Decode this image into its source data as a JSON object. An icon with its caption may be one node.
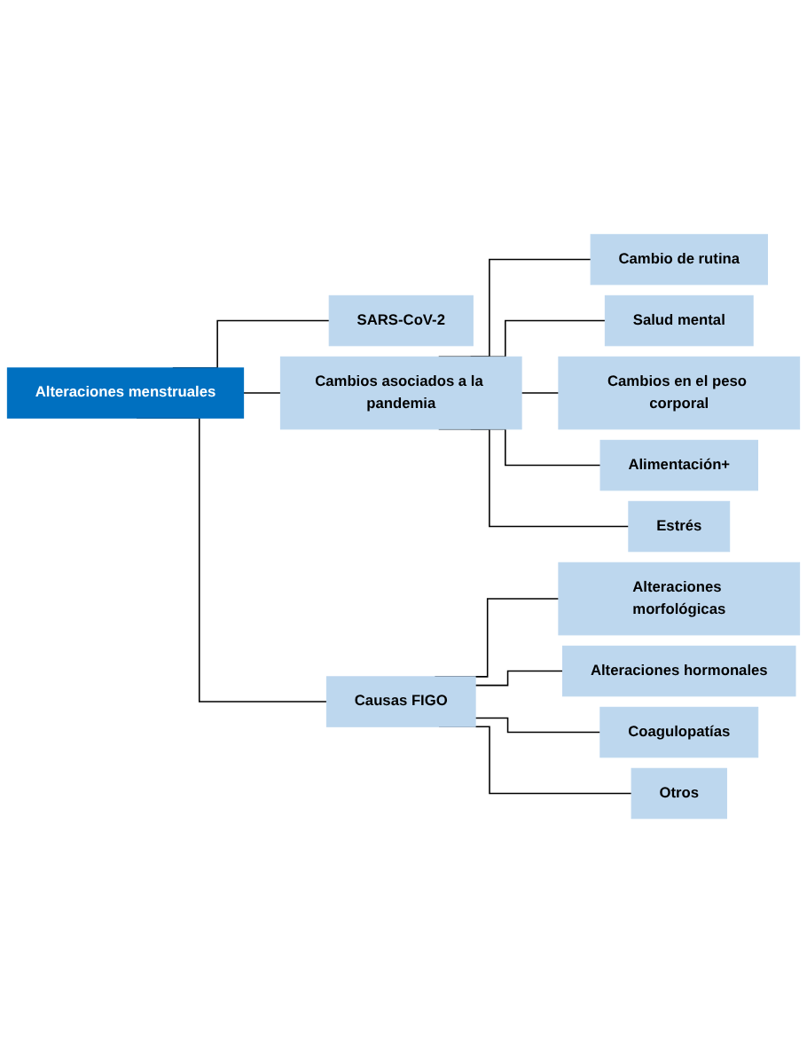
{
  "diagram": {
    "nodes": [
      {
        "text": [
          "Alteraciones menstruales"
        ]
      },
      {
        "text": [
          "SARS-CoV-2"
        ]
      },
      {
        "text": [
          "Cambios asociados a la pandemia"
        ]
      },
      {
        "text": [
          "Causas FIGO"
        ]
      },
      {
        "text": [
          "Cambio de rutina"
        ]
      },
      {
        "text": [
          "Salud mental"
        ]
      },
      {
        "text": [
          "Cambios en el peso corporal"
        ]
      },
      {
        "text": [
          "Alimentación+"
        ]
      },
      {
        "text": [
          "Estrés"
        ]
      },
      {
        "text": [
          "Alteraciones morfológicas"
        ]
      },
      {
        "text": [
          "Alteraciones hormonales"
        ]
      },
      {
        "text": [
          "Coagulopatías"
        ]
      },
      {
        "text": [
          "Otros"
        ]
      }
    ],
    "edges": [
      {
        "from": 0,
        "to": 1,
        "arrow": "none"
      },
      {
        "from": 0,
        "to": 2,
        "arrow": "none"
      },
      {
        "from": 0,
        "to": 3,
        "arrow": "none"
      },
      {
        "from": 2,
        "to": 4,
        "arrow": "none"
      },
      {
        "from": 2,
        "to": 5,
        "arrow": "none"
      },
      {
        "from": 2,
        "to": 6,
        "arrow": "none"
      },
      {
        "from": 2,
        "to": 7,
        "arrow": "none"
      },
      {
        "from": 2,
        "to": 8,
        "arrow": "none"
      },
      {
        "from": 3,
        "to": 9,
        "arrow": "none"
      },
      {
        "from": 3,
        "to": 10,
        "arrow": "none"
      },
      {
        "from": 3,
        "to": 11,
        "arrow": "none"
      },
      {
        "from": 3,
        "to": 12,
        "arrow": "none"
      }
    ]
  }
}
